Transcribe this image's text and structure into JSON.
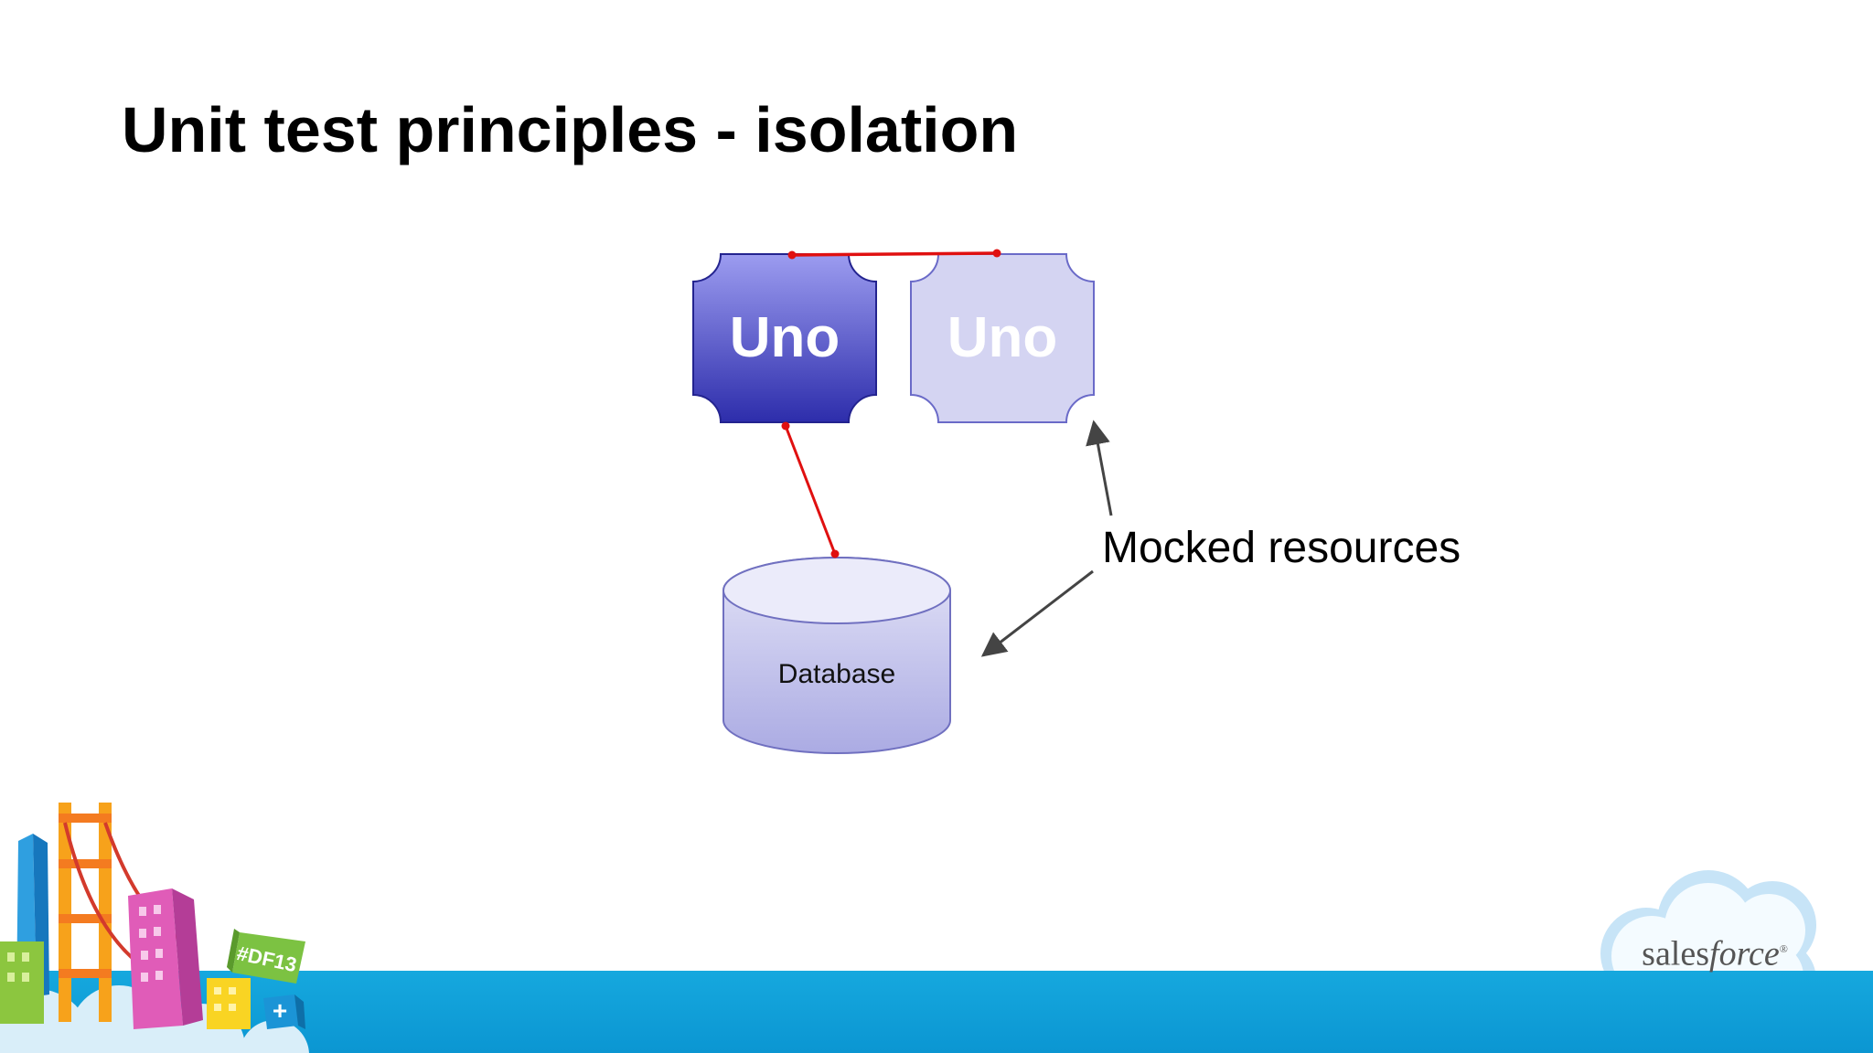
{
  "slide": {
    "title": "Unit test principles - isolation"
  },
  "diagram": {
    "components": [
      {
        "label": "Uno",
        "state": "real"
      },
      {
        "label": "Uno",
        "state": "mocked"
      }
    ],
    "database_label": "Database",
    "callout_label": "Mocked resources"
  },
  "branding": {
    "event_badge": "#DF13",
    "plus_symbol": "+",
    "logo_text_a": "sales",
    "logo_text_b": "force",
    "logo_mark": "®"
  },
  "colors": {
    "uno_real_top": "#9c9cf0",
    "uno_real_bottom": "#2d2dab",
    "uno_mock_fill": "#d4d4f2",
    "database_fill": "#b9b9e8",
    "connector_red": "#e01010",
    "arrow_gray": "#444444",
    "footer_blue": "#0b9ad6"
  }
}
